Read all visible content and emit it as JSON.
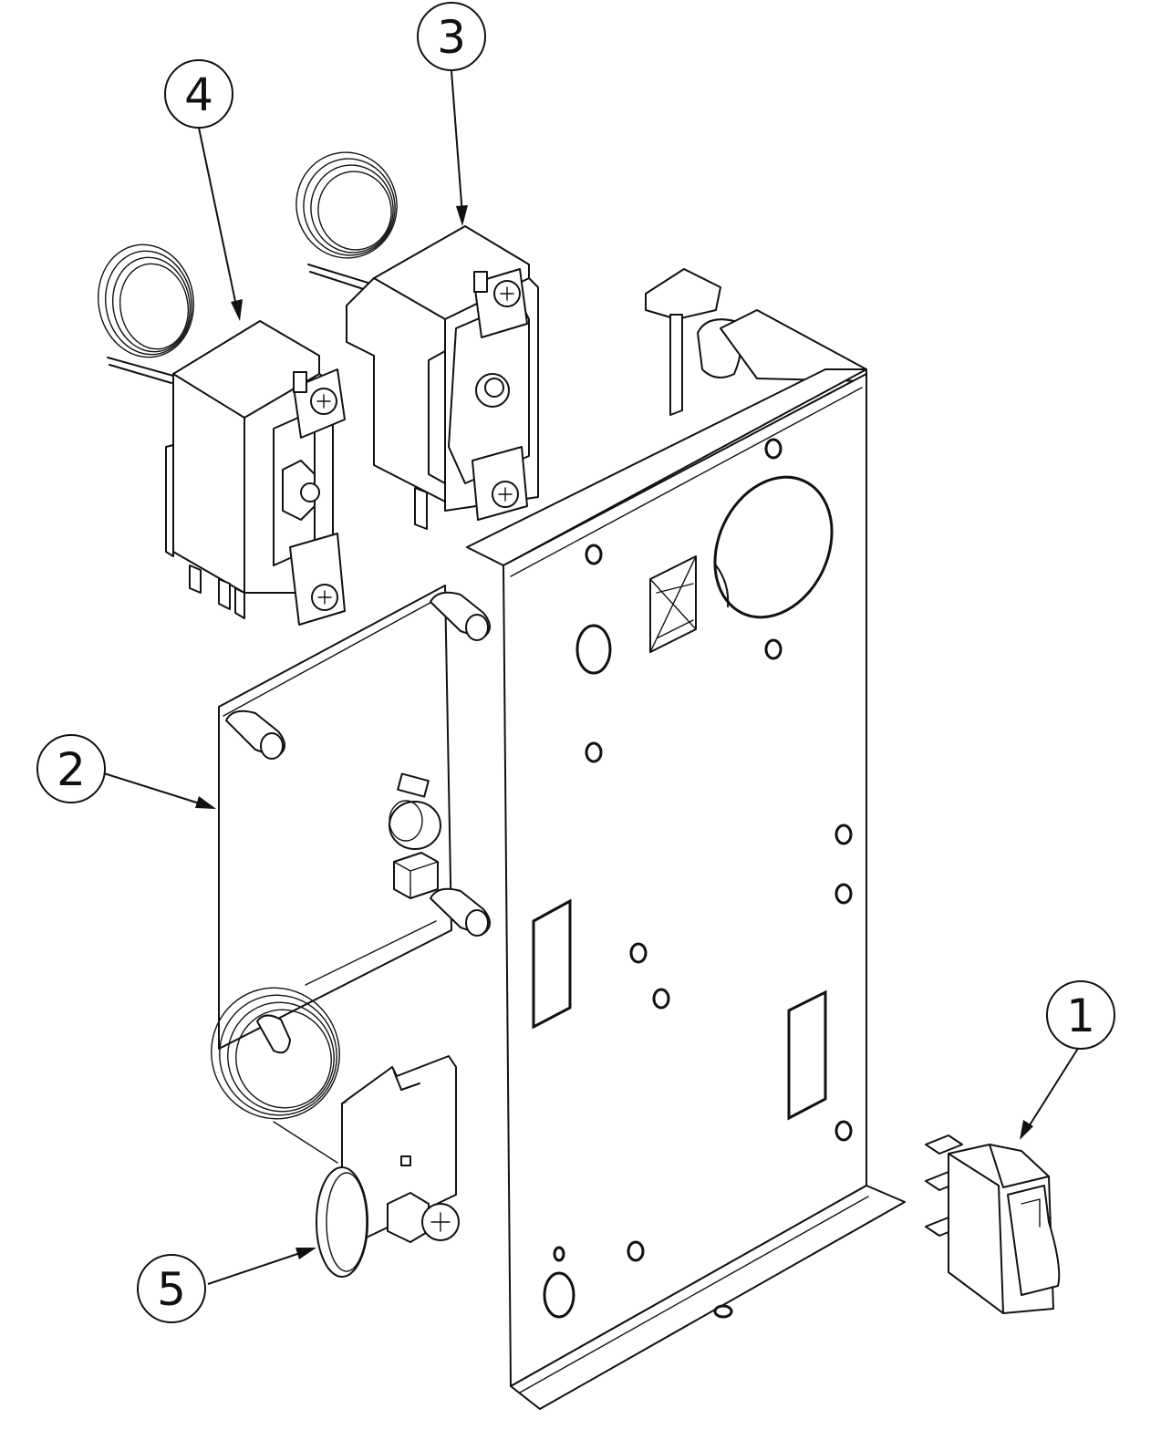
{
  "balloons": [
    {
      "id": "1",
      "label": "1",
      "part": "rocker-switch"
    },
    {
      "id": "2",
      "label": "2",
      "part": "circuit-board"
    },
    {
      "id": "3",
      "label": "3",
      "part": "thermostat-right"
    },
    {
      "id": "4",
      "label": "4",
      "part": "thermostat-left"
    },
    {
      "id": "5",
      "label": "5",
      "part": "capillary-thermostat-bracket"
    }
  ]
}
